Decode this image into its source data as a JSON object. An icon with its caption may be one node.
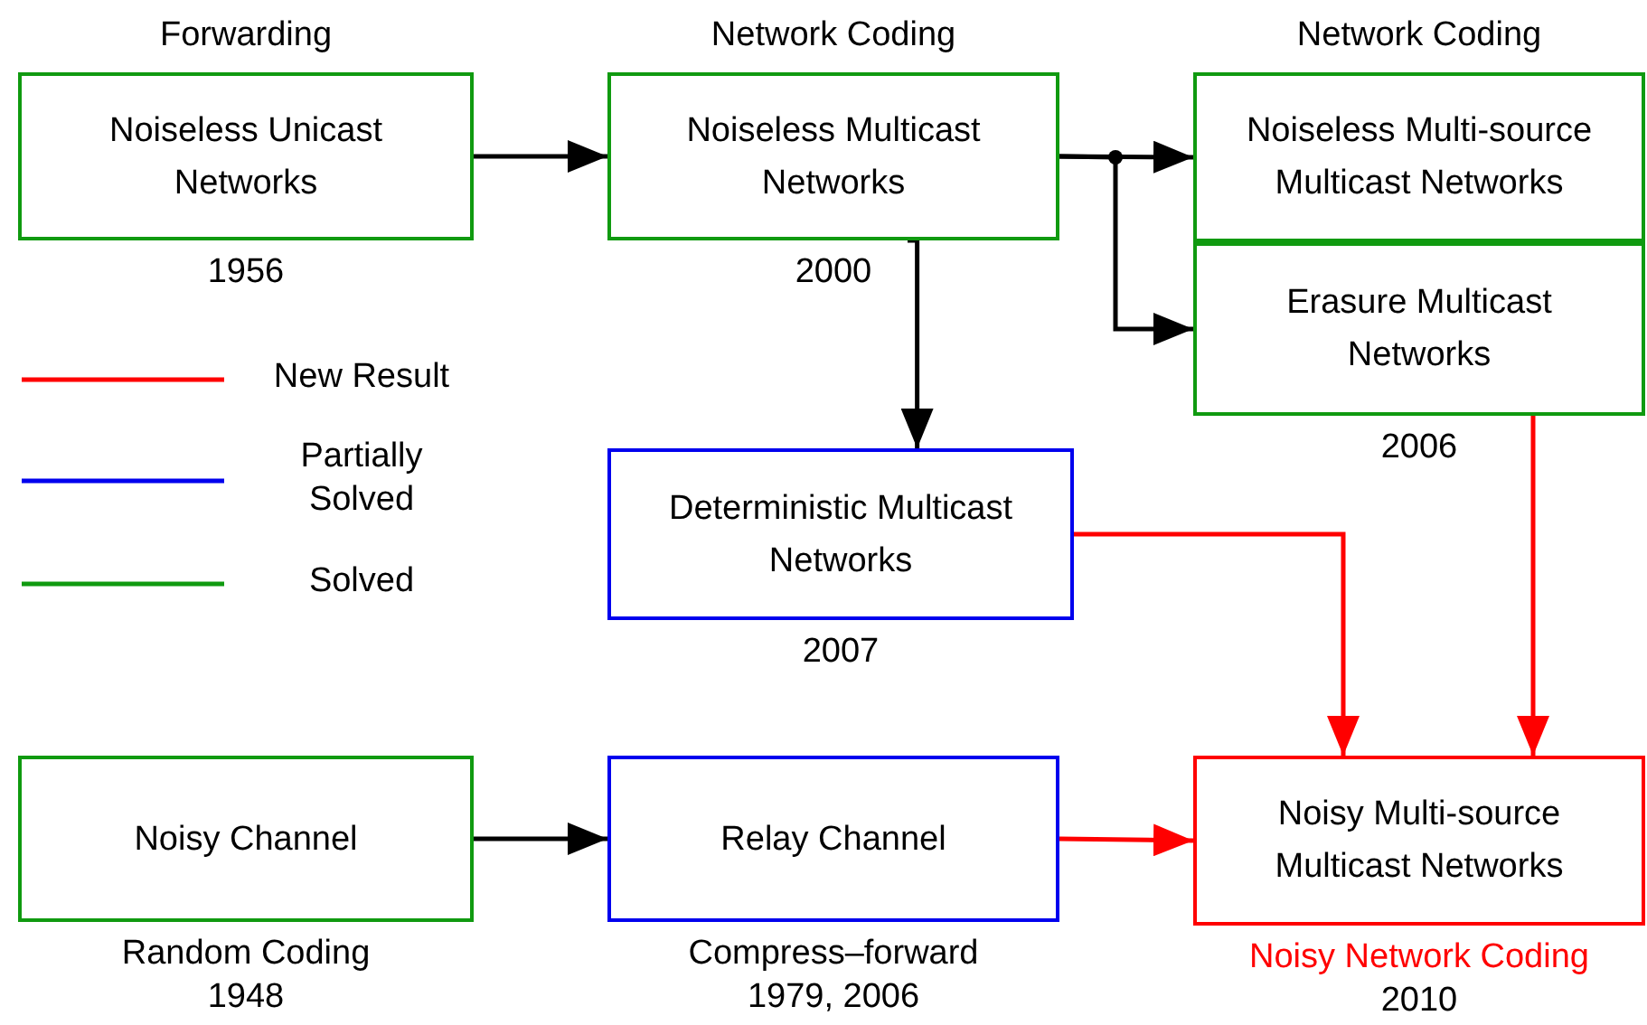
{
  "diagram": {
    "nodes": [
      {
        "text": [
          "Forwarding",
          "Noiseless Unicast Networks"
        ],
        "beside": [
          "1956"
        ]
      },
      {
        "text": [
          "Network Coding",
          "Noiseless Multicast Networks"
        ],
        "beside": [
          "2000"
        ]
      },
      {
        "text": [
          "Network Coding",
          "Noiseless Multi-source Multicast Networks"
        ]
      },
      {
        "text": [
          "Erasure Multicast Networks"
        ],
        "beside": [
          "2006"
        ]
      },
      {
        "text": [
          "Deterministic Multicast Networks"
        ],
        "beside": [
          "2007"
        ]
      },
      {
        "text": [
          "Noisy Channel"
        ],
        "beside": [
          "Random Coding",
          "1948"
        ]
      },
      {
        "text": [
          "Relay Channel"
        ],
        "beside": [
          "Compress–forward",
          "1979, 2006"
        ]
      },
      {
        "text": [
          "Noisy Multi-source Multicast Networks"
        ],
        "beside": [
          "Noisy Network Coding",
          "2010"
        ]
      }
    ],
    "edges": [
      {
        "from": 0,
        "to": 1,
        "arrow": "to"
      },
      {
        "from": 1,
        "to": 2,
        "arrow": "to"
      },
      {
        "from": 1,
        "to": 3,
        "arrow": "to"
      },
      {
        "from": 1,
        "to": 4,
        "arrow": "to"
      },
      {
        "from": 4,
        "to": 7,
        "arrow": "to",
        "color": "#ff0000"
      },
      {
        "from": 3,
        "to": 7,
        "arrow": "to",
        "color": "#ff0000"
      },
      {
        "from": 5,
        "to": 6,
        "arrow": "to"
      },
      {
        "from": 6,
        "to": 7,
        "arrow": "to",
        "color": "#ff0000"
      }
    ],
    "legend": [
      {
        "text": "New Result",
        "color": "#ff0000"
      },
      {
        "text": "Partially Solved",
        "color": "#0000ee"
      },
      {
        "text": "Solved",
        "color": "#109a10"
      }
    ]
  }
}
